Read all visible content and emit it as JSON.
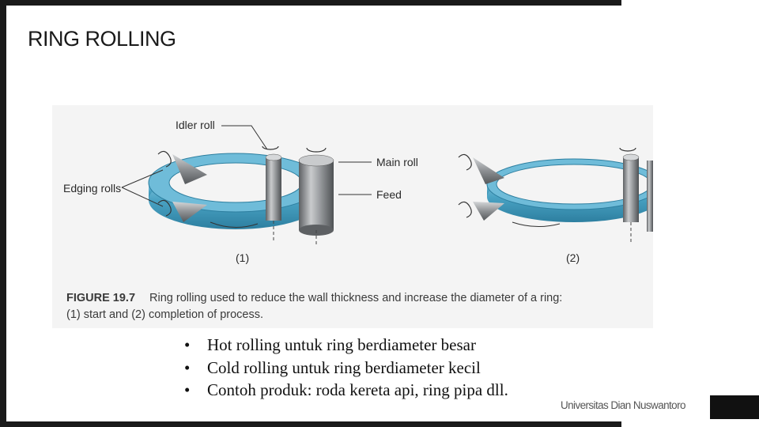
{
  "slide": {
    "title": "RING ROLLING"
  },
  "figure": {
    "labels": {
      "idler_roll": "Idler roll",
      "main_roll": "Main roll",
      "edging_rolls": "Edging rolls",
      "feed": "Feed",
      "stage1": "(1)",
      "stage2": "(2)"
    },
    "caption": {
      "number": "FIGURE 19.7",
      "line1": "Ring rolling used to reduce the wall thickness and increase the diameter of a ring:",
      "line2": "(1) start and (2) completion of process."
    },
    "colors": {
      "ring": "#4aa3c4",
      "roll": "#8a8d90"
    }
  },
  "bullets": {
    "marker": "•",
    "items": [
      "Hot rolling untuk ring berdiameter besar",
      "Cold rolling untuk ring berdiameter kecil",
      "Contoh produk: roda kereta api, ring pipa dll."
    ]
  },
  "footer": {
    "institution": "Universitas Dian Nuswantoro"
  }
}
